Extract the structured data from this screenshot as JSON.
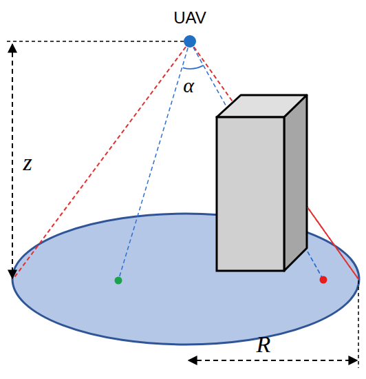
{
  "diagram": {
    "labels": [
      "UAV",
      "α",
      "z",
      "R"
    ]
  }
}
